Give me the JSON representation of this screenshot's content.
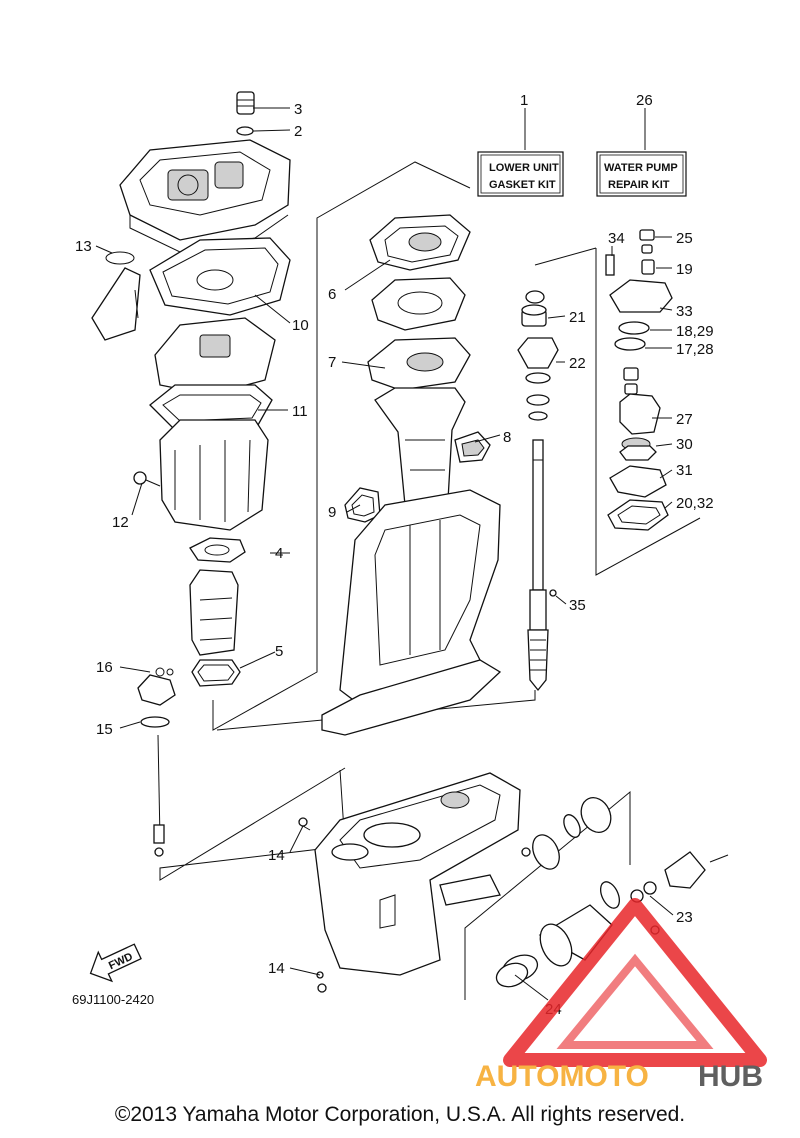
{
  "kits": {
    "lower_unit": {
      "number": "1",
      "line1": "LOWER UNIT",
      "line2": "GASKET KIT"
    },
    "water_pump": {
      "number": "26",
      "line1": "WATER PUMP",
      "line2": "REPAIR KIT"
    }
  },
  "callouts": {
    "c2": "2",
    "c3": "3",
    "c4": "4",
    "c5": "5",
    "c6": "6",
    "c7": "7",
    "c8": "8",
    "c9": "9",
    "c10": "10",
    "c11": "11",
    "c12": "12",
    "c13": "13",
    "c14a": "14",
    "c14b": "14",
    "c15": "15",
    "c16": "16",
    "c17": "17,28",
    "c18": "18,29",
    "c19": "19",
    "c20": "20,32",
    "c21": "21",
    "c22": "22",
    "c23": "23",
    "c24": "24",
    "c25": "25",
    "c27": "27",
    "c30": "30",
    "c31": "31",
    "c33": "33",
    "c34": "34",
    "c35": "35"
  },
  "fwd_label": "FWD",
  "diagram_code": "69J1100-2420",
  "watermark": {
    "brand_part1": "AUTOMOTO",
    "brand_part2": "HUB",
    "color_primary": "#e8262a",
    "color_secondary": "#f6a623",
    "color_dark": "#444444"
  },
  "copyright": "©2013 Yamaha Motor Corporation, U.S.A. All rights reserved."
}
